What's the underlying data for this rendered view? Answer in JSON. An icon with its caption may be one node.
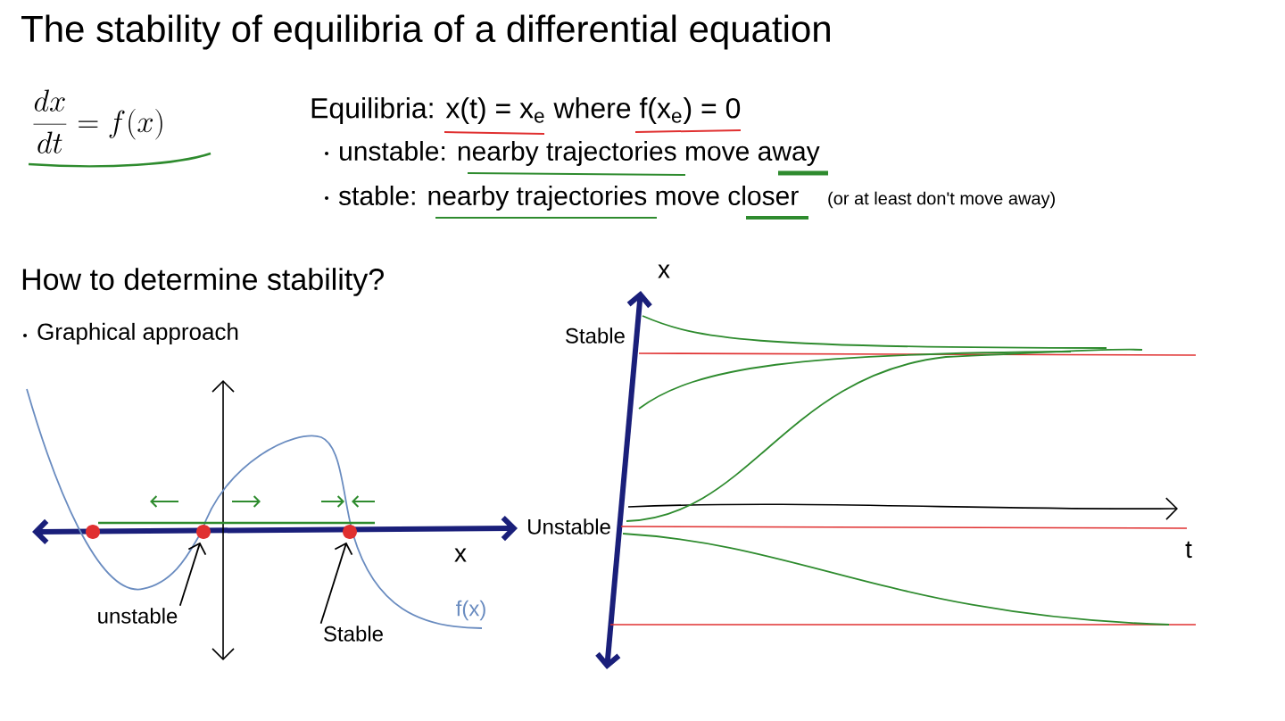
{
  "diagram": {
    "title": "The stability of equilibria of a differential equation",
    "nodes": [
      {
        "text": [
          "unstable"
        ]
      },
      {
        "text": [],
        "shape": "circle"
      },
      {
        "text": [
          "Stable"
        ]
      },
      {
        "text": [],
        "shape": "circle"
      }
    ],
    "edges": [
      {
        "from": 0,
        "to": 1,
        "arrow": "to"
      },
      {
        "from": 2,
        "to": 3,
        "arrow": "to"
      }
    ],
    "labels": [
      "\\frac{dx}{dt} = f(x)",
      "Equilibria: x(t) = x$_{e}$ where f(x$_{e}$) = 0",
      "unstable: nearby trajectories move away",
      "stable: nearby trajectories move closer",
      "(or at least don't move away)",
      "How to determine stability?",
      "Graphical approach",
      "x",
      "f(x)",
      "x",
      "Stable",
      "Unstable",
      "t"
    ]
  }
}
